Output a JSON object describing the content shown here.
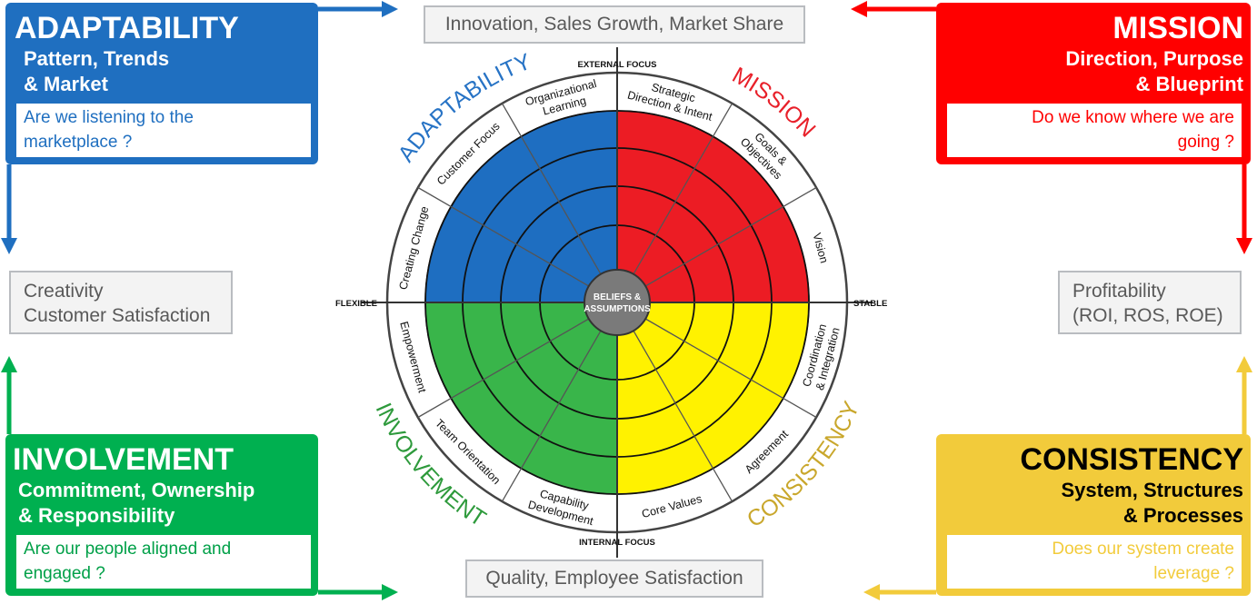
{
  "colors": {
    "adaptability": "#1f6fc0",
    "mission": "#ff0000",
    "involvement": "#00b050",
    "consistency": "#f2cb3b",
    "wheel_blue": "#1e6ec1",
    "wheel_red": "#ec1c24",
    "wheel_green": "#39b54a",
    "wheel_yellow": "#fff200",
    "core": "#7a7a7a"
  },
  "panels": {
    "adaptability": {
      "title": "ADAPTABILITY",
      "subtitle_lines": [
        "Pattern, Trends",
        "& Market"
      ],
      "question_lines": [
        "Are we listening to the",
        "marketplace ?"
      ]
    },
    "mission": {
      "title": "MISSION",
      "subtitle_lines": [
        "Direction, Purpose",
        "& Blueprint"
      ],
      "question_lines": [
        "Do we know where we are",
        "going ?"
      ]
    },
    "involvement": {
      "title": "INVOLVEMENT",
      "subtitle_lines": [
        "Commitment, Ownership",
        "& Responsibility"
      ],
      "question_lines": [
        "Are our people aligned and",
        "engaged ?"
      ]
    },
    "consistency": {
      "title": "CONSISTENCY",
      "subtitle_lines": [
        "System, Structures",
        "& Processes"
      ],
      "question_lines": [
        "Does our system create",
        "leverage ?"
      ]
    }
  },
  "outcomes": {
    "top": "Innovation, Sales Growth, Market Share",
    "left_lines": [
      "Creativity",
      "Customer Satisfaction"
    ],
    "right_lines": [
      "Profitability",
      "(ROI, ROS, ROE)"
    ],
    "bottom": "Quality, Employee Satisfaction"
  },
  "wheel": {
    "axes": {
      "top": "EXTERNAL FOCUS",
      "bottom": "INTERNAL FOCUS",
      "left": "FLEXIBLE",
      "right": "STABLE"
    },
    "center_lines": [
      "BELIEFS &",
      "ASSUMPTIONS"
    ],
    "quadrant_labels": {
      "adaptability": "ADAPTABILITY",
      "mission": "MISSION",
      "involvement": "INVOLVEMENT",
      "consistency": "CONSISTENCY"
    },
    "segments": [
      {
        "lines": [
          "Strategic",
          "Direction & Intent"
        ]
      },
      {
        "lines": [
          "Goals &",
          "Objectives"
        ]
      },
      {
        "lines": [
          "Vision"
        ]
      },
      {
        "lines": [
          "Coordination",
          "& Integration"
        ]
      },
      {
        "lines": [
          "Agreement"
        ]
      },
      {
        "lines": [
          "Core Values"
        ]
      },
      {
        "lines": [
          "Capability",
          "Development"
        ]
      },
      {
        "lines": [
          "Team Orientation"
        ]
      },
      {
        "lines": [
          "Empowerment"
        ]
      },
      {
        "lines": [
          "Creating Change"
        ]
      },
      {
        "lines": [
          "Customer Focus"
        ]
      },
      {
        "lines": [
          "Organizational",
          "Learning"
        ]
      }
    ]
  }
}
